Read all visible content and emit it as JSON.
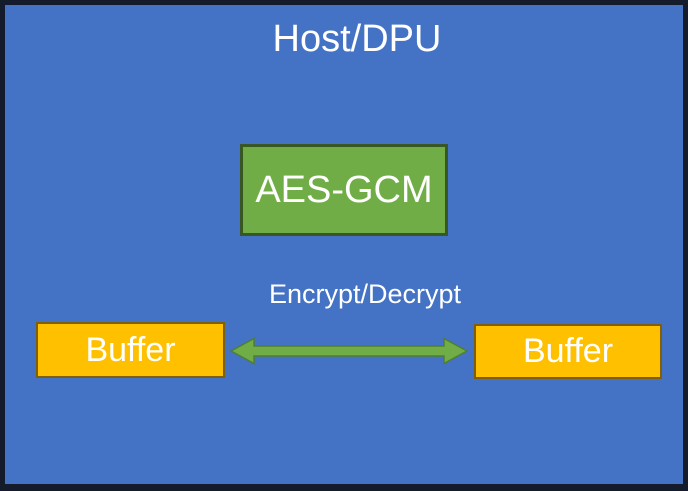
{
  "diagram": {
    "title": "Host/DPU",
    "engine_box": {
      "label": "AES-GCM"
    },
    "arrow_label": "Encrypt/Decrypt",
    "left_buffer": {
      "label": "Buffer"
    },
    "right_buffer": {
      "label": "Buffer"
    },
    "colors": {
      "background": "#4472C4",
      "frame_border": "#141b2b",
      "engine_fill": "#70AD47",
      "engine_border": "#385723",
      "buffer_fill": "#FFC000",
      "buffer_border": "#7F6000",
      "arrow_fill": "#70AD47",
      "arrow_outline": "#507E32",
      "text": "#FFFFFF"
    }
  }
}
